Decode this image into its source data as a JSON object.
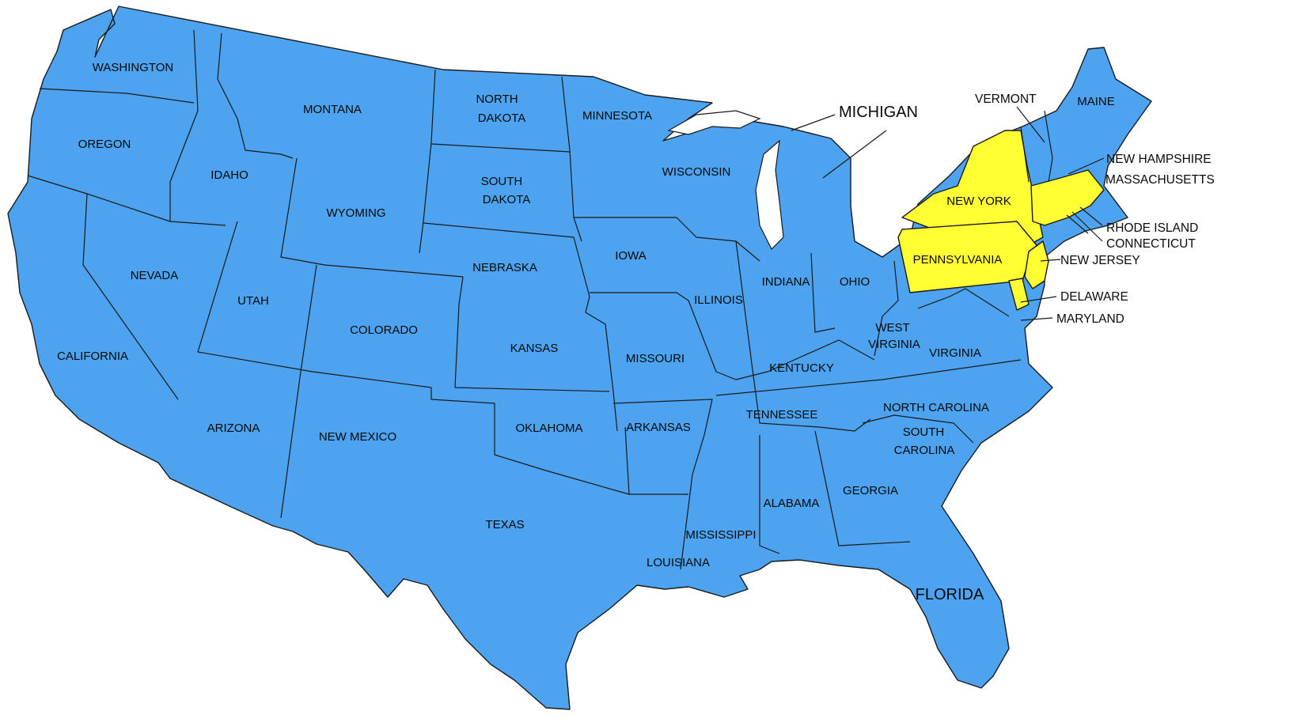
{
  "colors": {
    "state_fill": "#4da3ef",
    "highlight_fill": "#ffff33",
    "border": "#1a1a1a",
    "background": "#ffffff"
  },
  "highlighted_states": [
    "NEW YORK",
    "PENNSYLVANIA",
    "NEW JERSEY",
    "DELAWARE",
    "MARYLAND",
    "MASSACHUSETTS",
    "CONNECTICUT",
    "RHODE ISLAND"
  ],
  "labels": {
    "washington": "WASHINGTON",
    "oregon": "OREGON",
    "california": "CALIFORNIA",
    "nevada": "NEVADA",
    "idaho": "IDAHO",
    "montana": "MONTANA",
    "wyoming": "WYOMING",
    "utah": "UTAH",
    "arizona": "ARIZONA",
    "colorado": "COLORADO",
    "new_mexico": "NEW MEXICO",
    "north_dakota_1": "NORTH",
    "north_dakota_2": "DAKOTA",
    "south_dakota_1": "SOUTH",
    "south_dakota_2": "DAKOTA",
    "nebraska": "NEBRASKA",
    "kansas": "KANSAS",
    "oklahoma": "OKLAHOMA",
    "texas": "TEXAS",
    "minnesota": "MINNESOTA",
    "iowa": "IOWA",
    "missouri": "MISSOURI",
    "arkansas": "ARKANSAS",
    "louisiana": "LOUISIANA",
    "wisconsin": "WISCONSIN",
    "illinois": "ILLINOIS",
    "mississippi": "MISSISSIPPI",
    "michigan": "MICHIGAN",
    "indiana": "INDIANA",
    "ohio": "OHIO",
    "kentucky": "KENTUCKY",
    "tennessee": "TENNESSEE",
    "alabama": "ALABAMA",
    "georgia": "GEORGIA",
    "florida": "FLORIDA",
    "south_carolina_1": "SOUTH",
    "south_carolina_2": "CAROLINA",
    "north_carolina": "NORTH CAROLINA",
    "virginia": "VIRGINIA",
    "west_virginia_1": "WEST",
    "west_virginia_2": "VIRGINIA",
    "pennsylvania": "PENNSYLVANIA",
    "new_york": "NEW YORK",
    "vermont": "VERMONT",
    "maine": "MAINE",
    "new_hampshire": "NEW HAMPSHIRE",
    "massachusetts": "MASSACHUSETTS",
    "rhode_island": "RHODE ISLAND",
    "connecticut": "CONNECTICUT",
    "new_jersey": "NEW JERSEY",
    "delaware": "DELAWARE",
    "maryland": "MARYLAND"
  }
}
